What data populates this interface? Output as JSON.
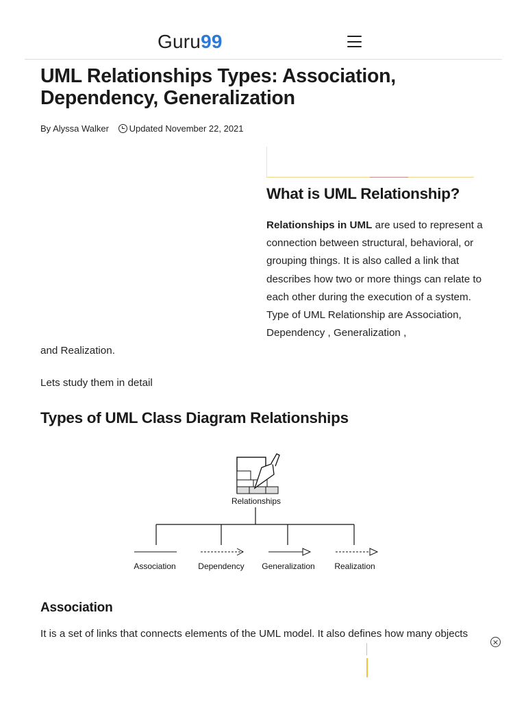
{
  "header": {
    "logo_text": "Guru",
    "logo_accent": "99",
    "logo_accent_color": "#2b7bd6",
    "menu_icon": "hamburger-menu-icon"
  },
  "article": {
    "title": "UML Relationships Types: Association, Dependency, Generalization",
    "byline_prefix": "By",
    "author": "Alyssa Walker",
    "updated_icon": "clock-icon",
    "updated_text": "Updated November 22, 2021",
    "section_what_heading": "What is UML Relationship?",
    "relationships_strong": "Relationships in UML",
    "relationships_rest": " are used to represent a connection between structural, behavioral, or grouping things. It is also called a link that describes how two or more things can relate to each other during the execution of a system. Type of UML Relationship are Association, Dependency , Generalization ,",
    "relationships_tail": "and Realization.",
    "study_text": "Lets study them in detail",
    "section_types_heading": "Types of UML Class Diagram Relationships",
    "diagram": {
      "root_label": "Relationships",
      "root_icon": "trowel-and-bricks-icon",
      "children": [
        "Association",
        "Dependency",
        "Generalization",
        "Realization"
      ]
    },
    "section_association_heading": "Association",
    "association_text": "It is a set of links that connects elements of the UML model. It also defines how many objects"
  },
  "ad": {
    "close_icon": "close-circle-icon"
  }
}
